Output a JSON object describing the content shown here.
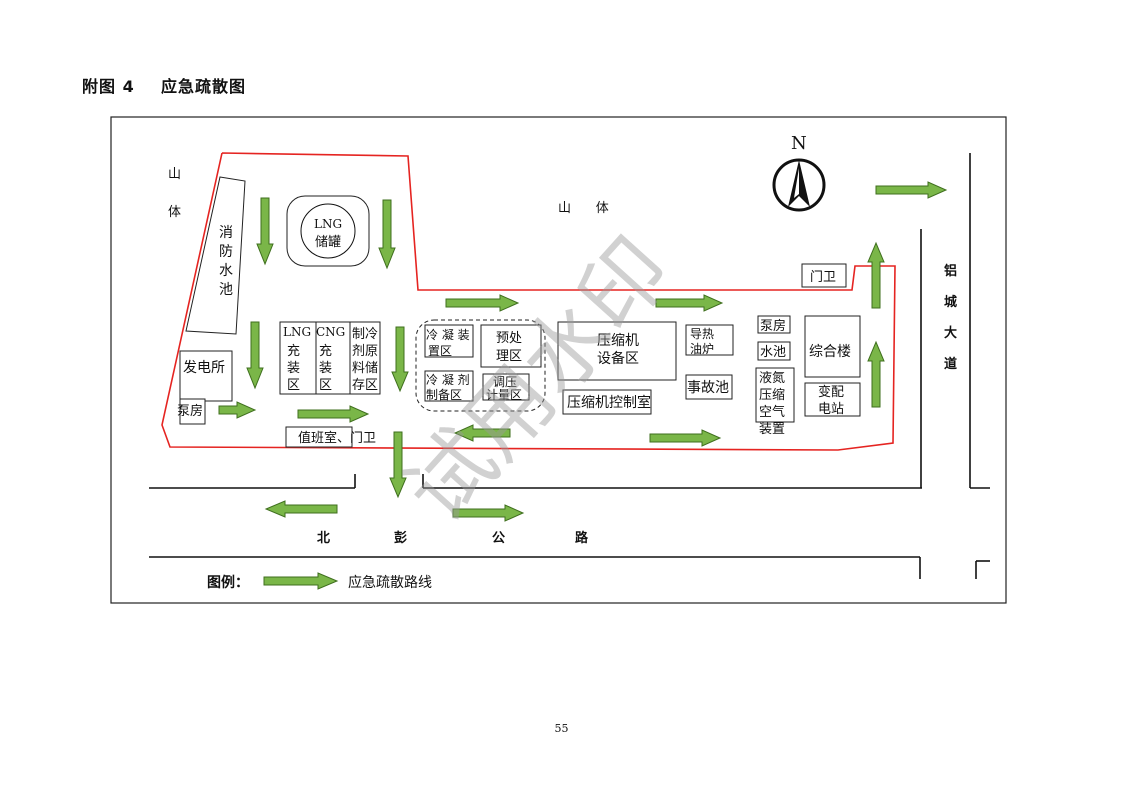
{
  "figure": {
    "title": "附图 4    应急疏散图",
    "page_number": "55"
  },
  "map": {
    "north_label": "N",
    "watermark": "试用水印",
    "terrain": {
      "mountain_left_1": "山",
      "mountain_left_2": "体",
      "mountain_top": "山      体"
    },
    "roads": {
      "north_road": [
        "北",
        "彭",
        "公",
        "路"
      ],
      "east_road": [
        "铝",
        "城",
        "大",
        "道"
      ]
    },
    "facilities": {
      "fire_pool": [
        "消",
        "防",
        "水",
        "池"
      ],
      "lng_tank": [
        "LNG",
        "储罐"
      ],
      "power_house": "发电所",
      "pump_house_left": "泵房",
      "lng_fill": [
        "LNG",
        "充",
        "装",
        "区"
      ],
      "cng_fill": [
        "CNG",
        "充",
        "装",
        "区"
      ],
      "refrigerant_storage": [
        "制冷",
        "剂原",
        "料储",
        "存区"
      ],
      "condense_device": [
        "冷 凝 装",
        "置区"
      ],
      "pretreatment": [
        "预处",
        "理区"
      ],
      "refrigerant_prep": [
        "冷 凝 剂",
        "制备区"
      ],
      "pressure_metering": [
        "调压",
        "计量区"
      ],
      "compressor_area": [
        "压缩机",
        "设备区"
      ],
      "compressor_control": "压缩机控制室",
      "heat_oil_furnace": [
        "导热",
        "油炉"
      ],
      "accident_pool": "事故池",
      "pump_house_right": "泵房",
      "water_pool": "水池",
      "liquid_nitrogen": [
        "液氮",
        "压缩",
        "空气",
        "装置"
      ],
      "office_building": "综合楼",
      "substation": [
        "变配",
        "电站"
      ],
      "duty_room": "值班室、门卫",
      "gate_east": "门卫"
    },
    "legend": {
      "label": "图例：",
      "route_label": "应急疏散路线"
    },
    "colors": {
      "arrow_fill": "#7ab648",
      "arrow_stroke": "#3f6f1e",
      "boundary": "#e52421"
    }
  }
}
